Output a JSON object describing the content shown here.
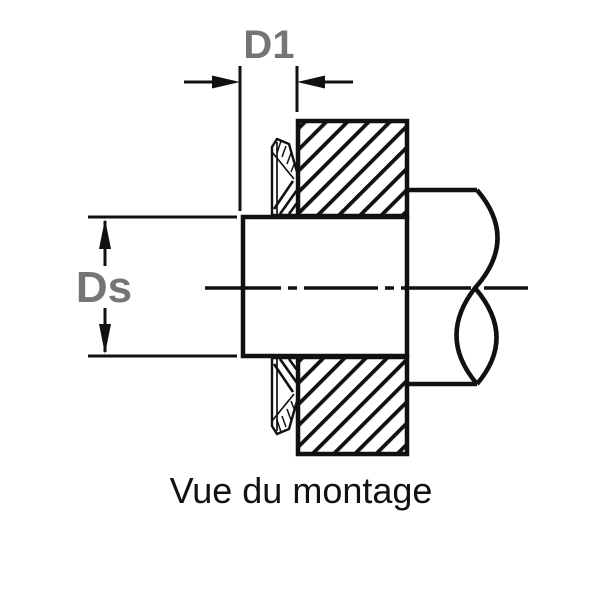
{
  "labels": {
    "d1": "D1",
    "ds": "Ds"
  },
  "caption": "Vue du montage",
  "colors": {
    "line": "#111111",
    "dimension_label": "#757575",
    "background": "#ffffff"
  }
}
